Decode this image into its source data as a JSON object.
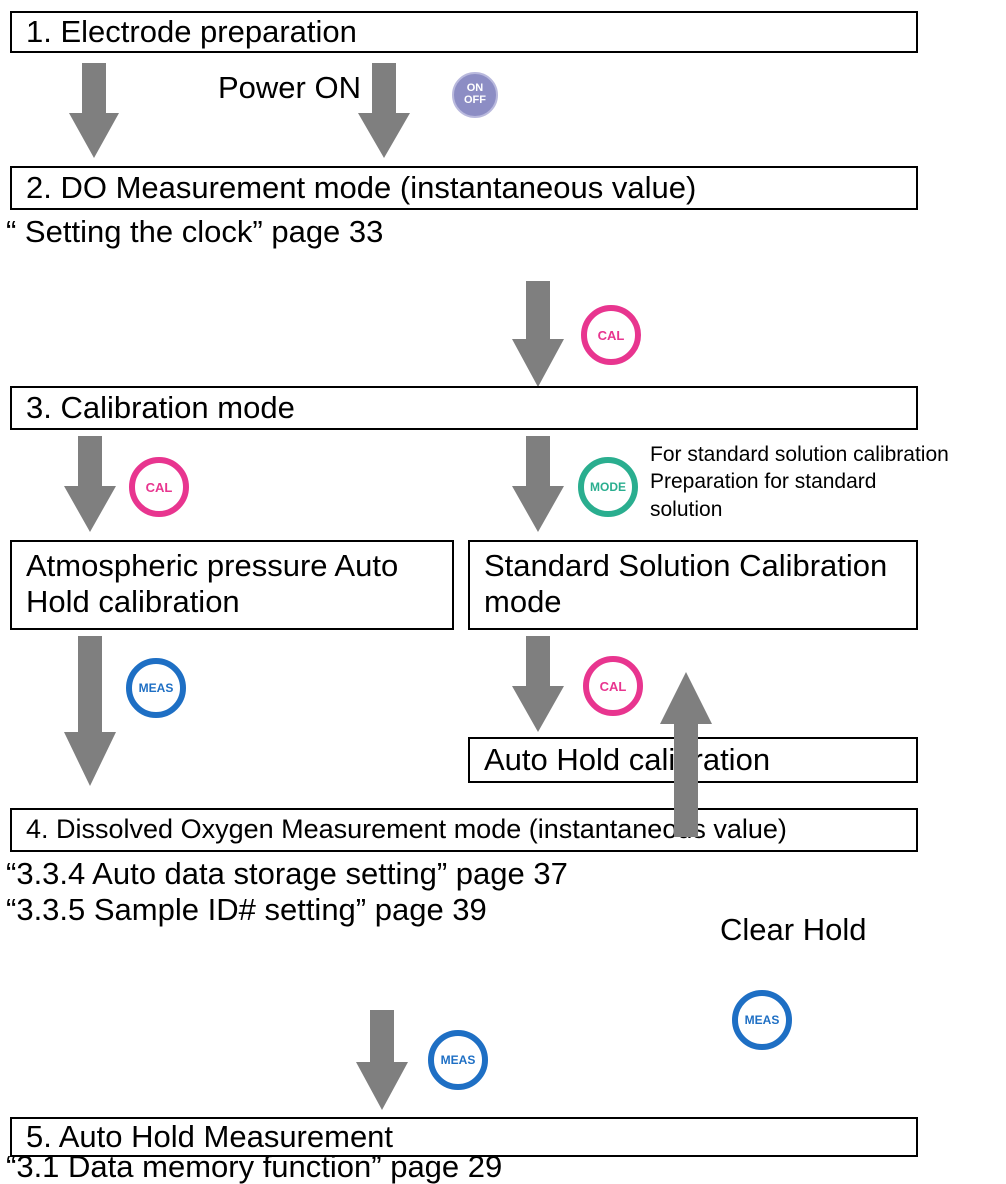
{
  "step1": "1.  Electrode preparation",
  "power_on": "Power ON",
  "btn_onoff": [
    "ON",
    "OFF"
  ],
  "step2": "2.  DO Measurement mode (instantaneous value)",
  "ref_clock": "“     Setting the clock” page 33",
  "btn_cal": "CAL",
  "btn_mode": "MODE",
  "btn_meas": "MEAS",
  "step3": "3.  Calibration mode",
  "std_note_line1": "For standard solution calibration",
  "std_note_line2": "Preparation for standard",
  "std_note_line3": "solution",
  "atm_line1": "Atmospheric pressure Auto",
  "atm_line2": "Hold calibration",
  "std_line1": "Standard Solution Calibration",
  "std_line2": "mode",
  "auto_hold_cal": "Auto Hold calibration",
  "step4": "4.  Dissolved Oxygen Measurement mode (instantaneous value)",
  "ref_auto_storage": "“3.3.4  Auto data storage setting” page 37",
  "ref_sample_id": "“3.3.5  Sample ID# setting” page 39",
  "clear_hold": "Clear Hold",
  "step5": "5.  Auto Hold Measurement",
  "ref_data_memory": "“3.1  Data memory function” page 29",
  "colors": {
    "arrow": "#7f7f7f",
    "onoff": "#8c8dc4",
    "cal": "#e8358f",
    "mode": "#2aae8f",
    "meas": "#1e6fc4"
  }
}
